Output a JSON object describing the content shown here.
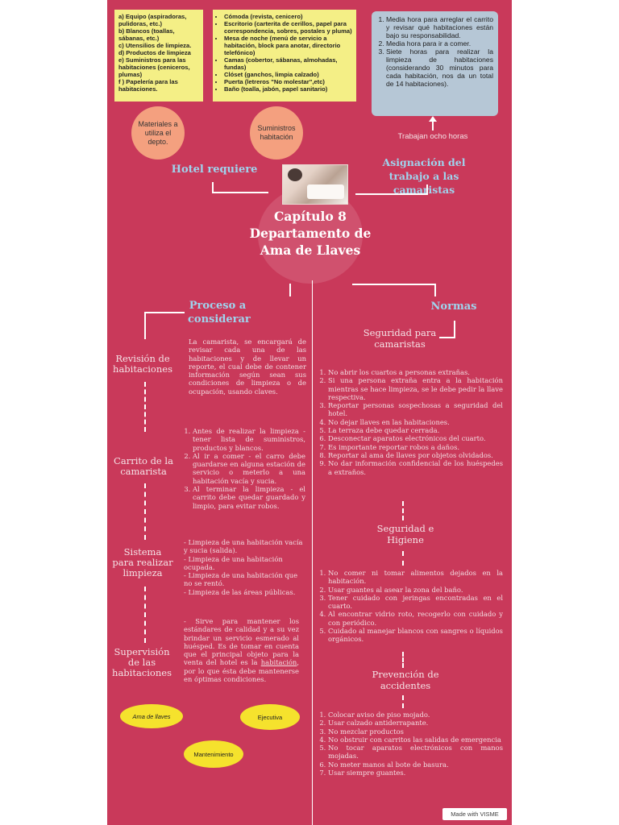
{
  "boxes": {
    "equipo": {
      "lines": [
        "a) Equipo (aspiradoras, pulidoras, etc.)",
        "b) Blancos (toallas, sábanas, etc.)",
        "c) Utensilios de limpieza.",
        "d) Productos de limpieza",
        "e) Suministros para las habitaciones (ceniceros, plumas)",
        "f ) Papelería para las habitaciones."
      ]
    },
    "suministros": {
      "items": [
        "Cómoda (revista, cenicero)",
        "Escritorio (carterita de cerillos, papel para correspondencia, sobres, postales y pluma)",
        "Mesa de noche (menú de servicio a habitación, block para anotar, directorio telefónico)",
        "Camas (cobertor, sábanas, almohadas, fundas)",
        "Clóset (ganchos, limpia calzado)",
        "Puerta (letreros \"No molestar\",etc)",
        "Baño (toalla, jabón, papel sanitario)"
      ]
    },
    "asignacion": {
      "items": [
        "Media hora para arreglar el carrito y revisar qué habitaciones están bajo su responsabilidad.",
        "Media hora para ir a comer.",
        "Siete horas para realizar la limpieza de habitaciones (considerando 30 minutos para cada habitación, nos da un total de 14 habitaciones)."
      ]
    }
  },
  "circles": {
    "materiales": "Materiales a utiliza el depto.",
    "suministros_hab": "Suministros habitación"
  },
  "labels": {
    "hotel_requiere": "Hotel requiere",
    "trabajan": "Trabajan ocho horas",
    "asignacion_title": "Asignación del trabajo a las camaristas",
    "chapter": "Capítulo 8 Departamento de Ama de Llaves",
    "proceso": "Proceso a considerar",
    "normas": "Normas",
    "watermark": "Made with VISME"
  },
  "left": {
    "revision": {
      "label": "Revisión de habitaciones",
      "text": "La camarista, se encargará de revisar cada una de las habitaciones y de llevar un reporte, el cual debe de contener información según sean sus condiciones de limpieza o de ocupación, usando claves."
    },
    "carrito": {
      "label": "Carrito de la camarista",
      "items": [
        "Antes de realizar la limpieza - tener lista de suministros, productos y blancos.",
        "Al ir a comer - el carro debe guardarse en alguna estación de servicio o meterlo a una habitación vacía y sucia.",
        "Al terminar la limpieza - el carrito debe quedar guardado y limpio, para evitar robos."
      ]
    },
    "sistema": {
      "label": "Sistema para realizar limpieza",
      "lines": [
        "- Limpieza de una habitación vacía y sucia (salida).",
        "- Limpieza de una habitación ocupada.",
        "- Limpieza de una habitación que no se rentó.",
        "- Limpieza de las áreas públicas."
      ]
    },
    "supervision": {
      "label": "Supervisión de las habitaciones",
      "text_before": "- Sirve para mantener los estándares de calidad y a su vez brindar un servicio esmerado al huésped. Es de tomar en cuenta que el principal objeto para la venta del hotel es la ",
      "text_link": "habitación",
      "text_after": ", por lo que ésta debe mantenerse en óptimas condiciones."
    },
    "ovals": [
      "Ama de llaves",
      "Ejecutiva",
      "Mantenimiento"
    ]
  },
  "right": {
    "seguridad_camaristas": {
      "title": "Seguridad para camaristas",
      "items": [
        "No abrir los cuartos a personas extrañas.",
        "Si una persona extraña entra a la habitación mientras se hace limpieza, se le debe pedir la llave respectiva.",
        "Reportar personas sospechosas a seguridad del hotel.",
        "No dejar llaves en las habitaciones.",
        "La terraza debe quedar cerrada.",
        "Desconectar aparatos electrónicos del cuarto.",
        "Es importante reportar robos a daños.",
        "Reportar al ama de llaves por objetos olvidados.",
        "No dar información confidencial de los huéspedes a extraños."
      ]
    },
    "seguridad_higiene": {
      "title": "Seguridad e Higiene",
      "items": [
        "No comer ni tomar alimentos dejados en la habitación.",
        "Usar guantes al asear la zona del baño.",
        "Tener cuidado con jeringas encontradas en el cuarto.",
        "Al encontrar vidrio roto, recogerlo con cuidado y con periódico.",
        "Cuidado al manejar blancos con sangres o líquidos orgánicos."
      ]
    },
    "prevencion": {
      "title": "Prevención de accidentes",
      "items": [
        "Colocar aviso de piso mojado.",
        "Usar calzado antiderrapante.",
        "No mezclar productos",
        "No obstruir con carritos las salidas de emergencia",
        "No tocar aparatos electrónicos con manos mojadas.",
        "No meter manos al bote de basura.",
        "Usar siempre guantes."
      ]
    }
  },
  "colors": {
    "background": "#c9395a",
    "yellow_box": "#f4ef86",
    "grey_box": "#b6c7d6",
    "circle_salmon": "#f4a07f",
    "chapter_circle": "#d0516e",
    "blue_title": "#9fd4ee",
    "oval_yellow": "#f5e22d"
  }
}
